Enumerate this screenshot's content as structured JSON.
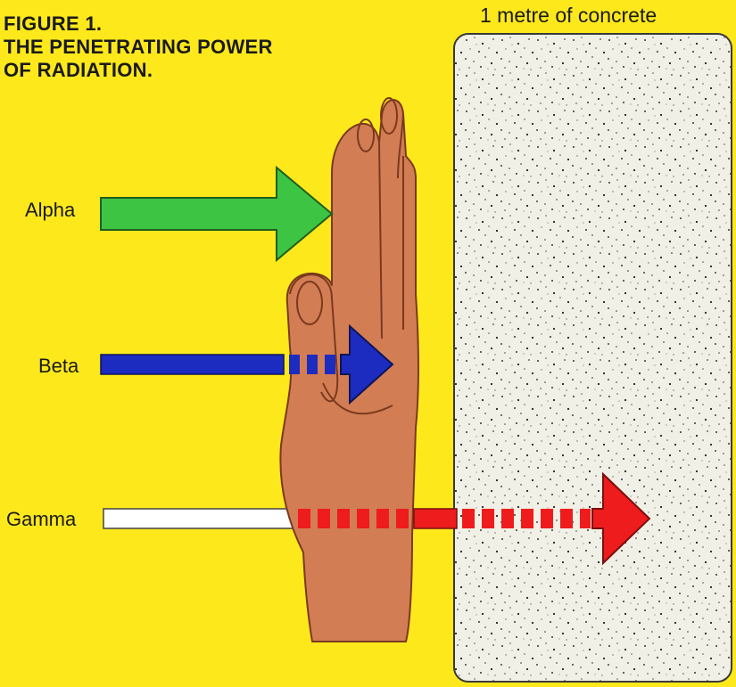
{
  "title": {
    "line1": "FIGURE 1.",
    "line2": "THE PENETRATING POWER",
    "line3": "OF RADIATION."
  },
  "barrier": {
    "label": "1 metre of concrete",
    "color": "#f1f0e6"
  },
  "rays": [
    {
      "label": "Alpha",
      "color": "#3ec443"
    },
    {
      "label": "Beta",
      "color": "#1c2bc0"
    },
    {
      "label": "Gamma",
      "color": "#ee1c1c"
    }
  ],
  "colors": {
    "background": "#fde81c",
    "hand": "#d37d55",
    "gamma_source": "#ffffff"
  }
}
